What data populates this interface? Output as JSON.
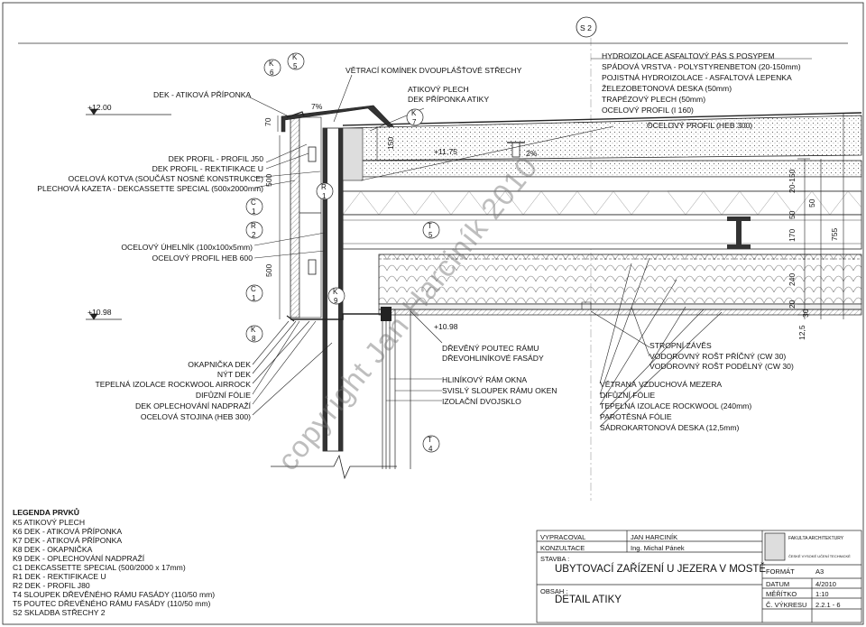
{
  "levels": {
    "top": "+12.00",
    "mid": "+10.98",
    "parapet": "+11.75",
    "window": "+10.98"
  },
  "section_marker": "S 2",
  "roof_slope": "2%",
  "parapet_slope": "7%",
  "left_labels": {
    "atika_priponka": "DEK - ATIKOVÁ PŘÍPONKA",
    "profil_j50": "DEK PROFIL - PROFIL J50",
    "rektifikace": "DEK PROFIL - REKTIFIKACE U",
    "kotva": "OCELOVÁ KOTVA (SOUČÁST NOSNÉ KONSTRUKCE)",
    "kazeta": "PLECHOVÁ KAZETA - DEKCASSETTE SPECIAL (500x2000mm)",
    "uhelnik": "OCELOVÝ ÚHELNÍK (100x100x5mm)",
    "heb600": "OCELOVÝ PROFIL HEB 600",
    "okapnicka": "OKAPNIČKA DEK",
    "nyt": "NÝT DEK",
    "izolace": "TEPELNÁ IZOLACE ROCKWOOL AIRROCK",
    "folie": "DIFŮZNÍ FÓLIE",
    "oplechovani": "DEK OPLECHOVÁNÍ NADPRAŽÍ",
    "stojina": "OCELOVÁ STOJINA (HEB 300)"
  },
  "top_labels": {
    "komin": "VĚTRACÍ KOMÍNEK DVOUPLÁŠŤOVÉ STŘECHY",
    "atikovy_plech": "ATIKOVÝ PLECH",
    "dek_priponka": "DEK PŘÍPONKA ATIKY",
    "heb300": "OCELOVÝ PROFIL (HEB 300)"
  },
  "roof_layers": [
    "HYDROIZOLACE ASFALTOVÝ PÁS S POSYPEM",
    "SPÁDOVÁ VRSTVA - POLYSTYRENBETON (20-150mm)",
    "POJISTNÁ HYDROIZOLACE - ASFALTOVÁ LEPENKA",
    "ŽELEZOBETONOVÁ DESKA (50mm)",
    "TRAPÉZOVÝ PLECH (50mm)",
    "OCELOVÝ PROFIL (I 160)"
  ],
  "center_labels": {
    "poutec_1": "DŘEVĚNÝ POUTEC RÁMU",
    "poutec_2": "DŘEVOHLINÍKOVÉ FASÁDY",
    "ram_okna": "HLINÍKOVÝ RÁM OKNA",
    "sloupek": "SVISLÝ SLOUPEK RÁMU OKEN",
    "dvojsklo": "IZOLAČNÍ DVOJSKLO"
  },
  "right_labels": {
    "zaves": "STROPNÍ ZÁVĚS",
    "rost_pricny": "VODOROVNÝ ROŠT PŘÍČNÝ (CW 30)",
    "rost_podelny": "VODOROVNÝ ROŠT PODÉLNÝ (CW 30)",
    "mezera": "VĚTRANÁ VZDUCHOVÁ MEZERA",
    "folie": "DIFŮZNÍ FÓLIE",
    "izolace": "TEPELNÁ IZOLACE ROCKWOOL (240mm)",
    "parotesna": "PAROTĚSNÁ FÓLIE",
    "sdk": "SÁDROKARTONOVÁ DESKA (12,5mm)"
  },
  "tags": {
    "k6": [
      "K",
      "6"
    ],
    "k5": [
      "K",
      "5"
    ],
    "k7": [
      "K",
      "7"
    ],
    "k8": [
      "K",
      "8"
    ],
    "k9": [
      "K",
      "9"
    ],
    "r1": [
      "R",
      "1"
    ],
    "r2": [
      "R",
      "2"
    ],
    "c1a": [
      "C",
      "1"
    ],
    "c1b": [
      "C",
      "1"
    ],
    "t5": [
      "T",
      "5"
    ],
    "t4": [
      "T",
      "4"
    ]
  },
  "dims": {
    "d70": "70",
    "d150": "150",
    "d500a": "500",
    "d500b": "500",
    "d20_150": "20-150",
    "d50a": "50",
    "d50b": "50",
    "d170": "170",
    "d755": "755",
    "d240": "240",
    "d20": "20",
    "d30": "30",
    "d12_5": "12,5"
  },
  "watermark": "copyright Jan Harciník 2010",
  "legend": {
    "title": "LEGENDA PRVKŮ",
    "items": [
      "K5  ATIKOVÝ PLECH",
      "K6  DEK - ATIKOVÁ PŘÍPONKA",
      "K7  DEK - ATIKOVÁ PŘÍPONKA",
      "K8  DEK - OKAPNIČKA",
      "K9  DEK - OPLECHOVÁNÍ NADPRAŽÍ",
      "C1  DEKCASSETTE SPECIAL (500/2000 x 17mm)",
      "R1  DEK -  REKTIFIKACE U",
      "R2  DEK - PROFIL J80",
      "T4  SLOUPEK DŘEVĚNÉHO RÁMU FASÁDY (110/50 mm)",
      "T5  POUTEC DŘEVĚNÉHO RÁMU FASÁDY (110/50 mm)",
      "S2  SKLADBA STŘECHY 2"
    ]
  },
  "title_block": {
    "vypracoval_label": "VYPRACOVAL",
    "vypracoval": "JAN HARCINÍK",
    "konzultace_label": "KONZULTACE",
    "konzultace": "Ing. Michal Pánek",
    "stavba_label": "STAVBA :",
    "stavba": "UBYTOVACÍ ZAŘÍZENÍ U JEZERA V MOSTĚ",
    "obsah_label": "OBSAH :",
    "obsah": "DETAIL ATIKY",
    "faculty": "FAKULTA  ARCHITEKTURY",
    "school": "ČESKÉ VYSOKÉ UČENÍ TECHNICKÉ",
    "format_label": "FORMÁT",
    "format": "A3",
    "datum_label": "DATUM",
    "datum": "4/2010",
    "meritko_label": "MĚŘÍTKO",
    "meritko": "1:10",
    "cislo_label": "Č. VÝKRESU",
    "cislo": "2.2.1 - 6"
  }
}
